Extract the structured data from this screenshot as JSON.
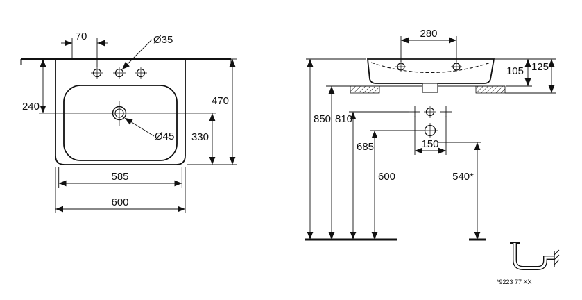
{
  "colors": {
    "line": "#111111",
    "background": "#ffffff"
  },
  "top_view": {
    "dims": {
      "d70": "70",
      "d35": "Ø35",
      "d240": "240",
      "d470": "470",
      "d330": "330",
      "d45": "Ø45",
      "d585": "585",
      "d600": "600"
    }
  },
  "front_view": {
    "dims": {
      "d280": "280",
      "d105": "105",
      "d125": "125",
      "d850": "850",
      "d810": "810",
      "d685": "685",
      "d600": "600",
      "d150": "150",
      "d540": "540*"
    }
  },
  "footnote": {
    "code": "*9223 77 XX"
  }
}
